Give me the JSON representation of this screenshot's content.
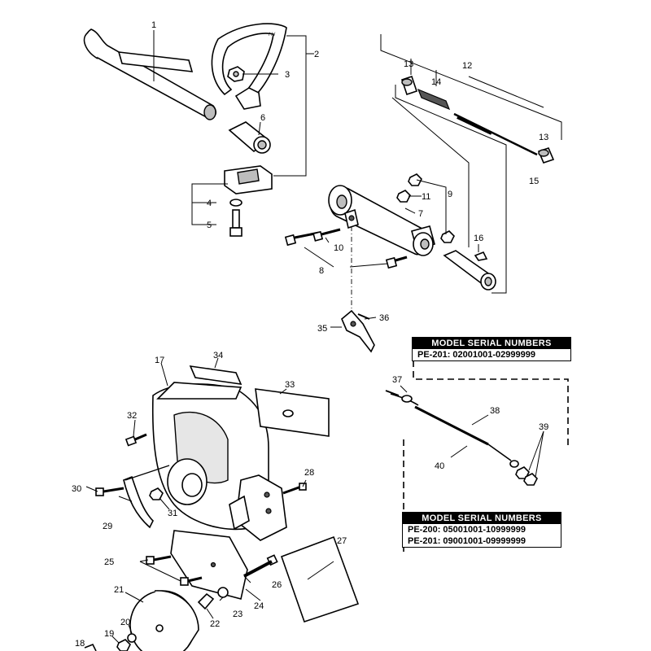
{
  "callouts": [
    {
      "id": "n1",
      "text": "1"
    },
    {
      "id": "n2",
      "text": "2"
    },
    {
      "id": "n3",
      "text": "3"
    },
    {
      "id": "n4",
      "text": "4"
    },
    {
      "id": "n5",
      "text": "5"
    },
    {
      "id": "n6",
      "text": "6"
    },
    {
      "id": "n7",
      "text": "7"
    },
    {
      "id": "n8",
      "text": "8"
    },
    {
      "id": "n9",
      "text": "9"
    },
    {
      "id": "n10",
      "text": "10"
    },
    {
      "id": "n11",
      "text": "11"
    },
    {
      "id": "n12",
      "text": "12"
    },
    {
      "id": "n13a",
      "text": "13"
    },
    {
      "id": "n13b",
      "text": "13"
    },
    {
      "id": "n14",
      "text": "14"
    },
    {
      "id": "n15",
      "text": "15"
    },
    {
      "id": "n16",
      "text": "16"
    },
    {
      "id": "n17",
      "text": "17"
    },
    {
      "id": "n18",
      "text": "18"
    },
    {
      "id": "n19",
      "text": "19"
    },
    {
      "id": "n20",
      "text": "20"
    },
    {
      "id": "n21",
      "text": "21"
    },
    {
      "id": "n22",
      "text": "22"
    },
    {
      "id": "n23",
      "text": "23"
    },
    {
      "id": "n24",
      "text": "24"
    },
    {
      "id": "n25",
      "text": "25"
    },
    {
      "id": "n26",
      "text": "26"
    },
    {
      "id": "n27",
      "text": "27"
    },
    {
      "id": "n28",
      "text": "28"
    },
    {
      "id": "n29",
      "text": "29"
    },
    {
      "id": "n30",
      "text": "30"
    },
    {
      "id": "n31",
      "text": "31"
    },
    {
      "id": "n32",
      "text": "32"
    },
    {
      "id": "n33",
      "text": "33"
    },
    {
      "id": "n34",
      "text": "34"
    },
    {
      "id": "n35",
      "text": "35"
    },
    {
      "id": "n36",
      "text": "36"
    },
    {
      "id": "n37",
      "text": "37"
    },
    {
      "id": "n38",
      "text": "38"
    },
    {
      "id": "n39",
      "text": "39"
    },
    {
      "id": "n40",
      "text": "40"
    }
  ],
  "serial_box_1": {
    "header": "MODEL SERIAL NUMBERS",
    "rows": [
      "PE-201:  02001001-02999999"
    ]
  },
  "serial_box_2": {
    "header": "MODEL SERIAL NUMBERS",
    "rows": [
      "PE-200:  05001001-10999999",
      "PE-201:  09001001-09999999"
    ]
  }
}
